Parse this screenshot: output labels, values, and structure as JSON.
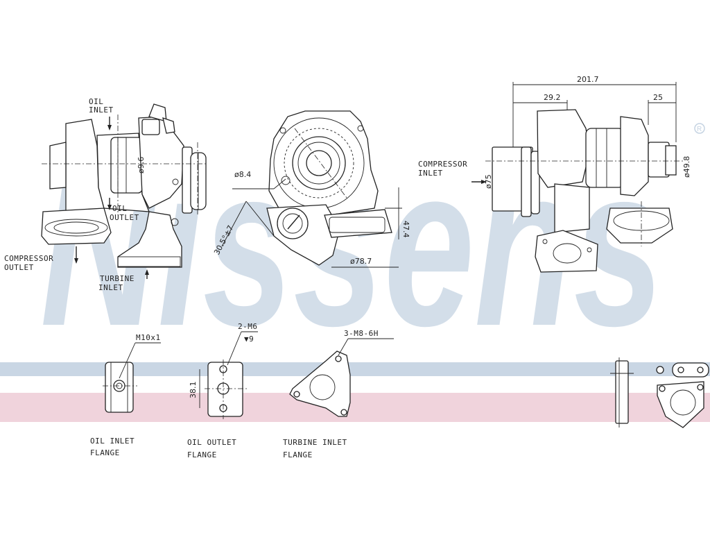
{
  "brand": {
    "watermark": "Nissens",
    "watermark_color": "#c5d3e2",
    "band_blue": "#c9d6e4",
    "band_red": "#f0d3dc"
  },
  "front_view": {
    "oil_inlet": [
      "OIL",
      "INLET"
    ],
    "oil_outlet": [
      "OIL",
      "OUTLET"
    ],
    "compressor_outlet": [
      "COMPRESSOR",
      "OUTLET"
    ],
    "turbine_inlet": [
      "TURBINE",
      "INLET"
    ],
    "dia_flange": "ø9.6"
  },
  "middle_view": {
    "dia_small": "ø8.4",
    "dia_large": "ø78.7",
    "angle": "30.5°±7",
    "height": "47.4"
  },
  "side_view": {
    "overall_length": "201.7",
    "left_offset": "29.2",
    "right_offset": "25",
    "compressor_inlet": [
      "COMPRESSOR",
      "INLET"
    ],
    "inlet_dia": "ø75",
    "outlet_dia": "ø49.8"
  },
  "flanges": {
    "oil_inlet_thread": "M10x1",
    "oil_outlet_thread": "2-M6",
    "oil_outlet_depth": "▼9",
    "oil_outlet_spacing": "38.1",
    "turbine_thread": "3-M8-6H",
    "oil_inlet_caption": [
      "OIL INLET",
      "FLANGE"
    ],
    "oil_outlet_caption": [
      "OIL OUTLET",
      "FLANGE"
    ],
    "turbine_inlet_caption": [
      "TURBINE INLET",
      "FLANGE"
    ]
  }
}
